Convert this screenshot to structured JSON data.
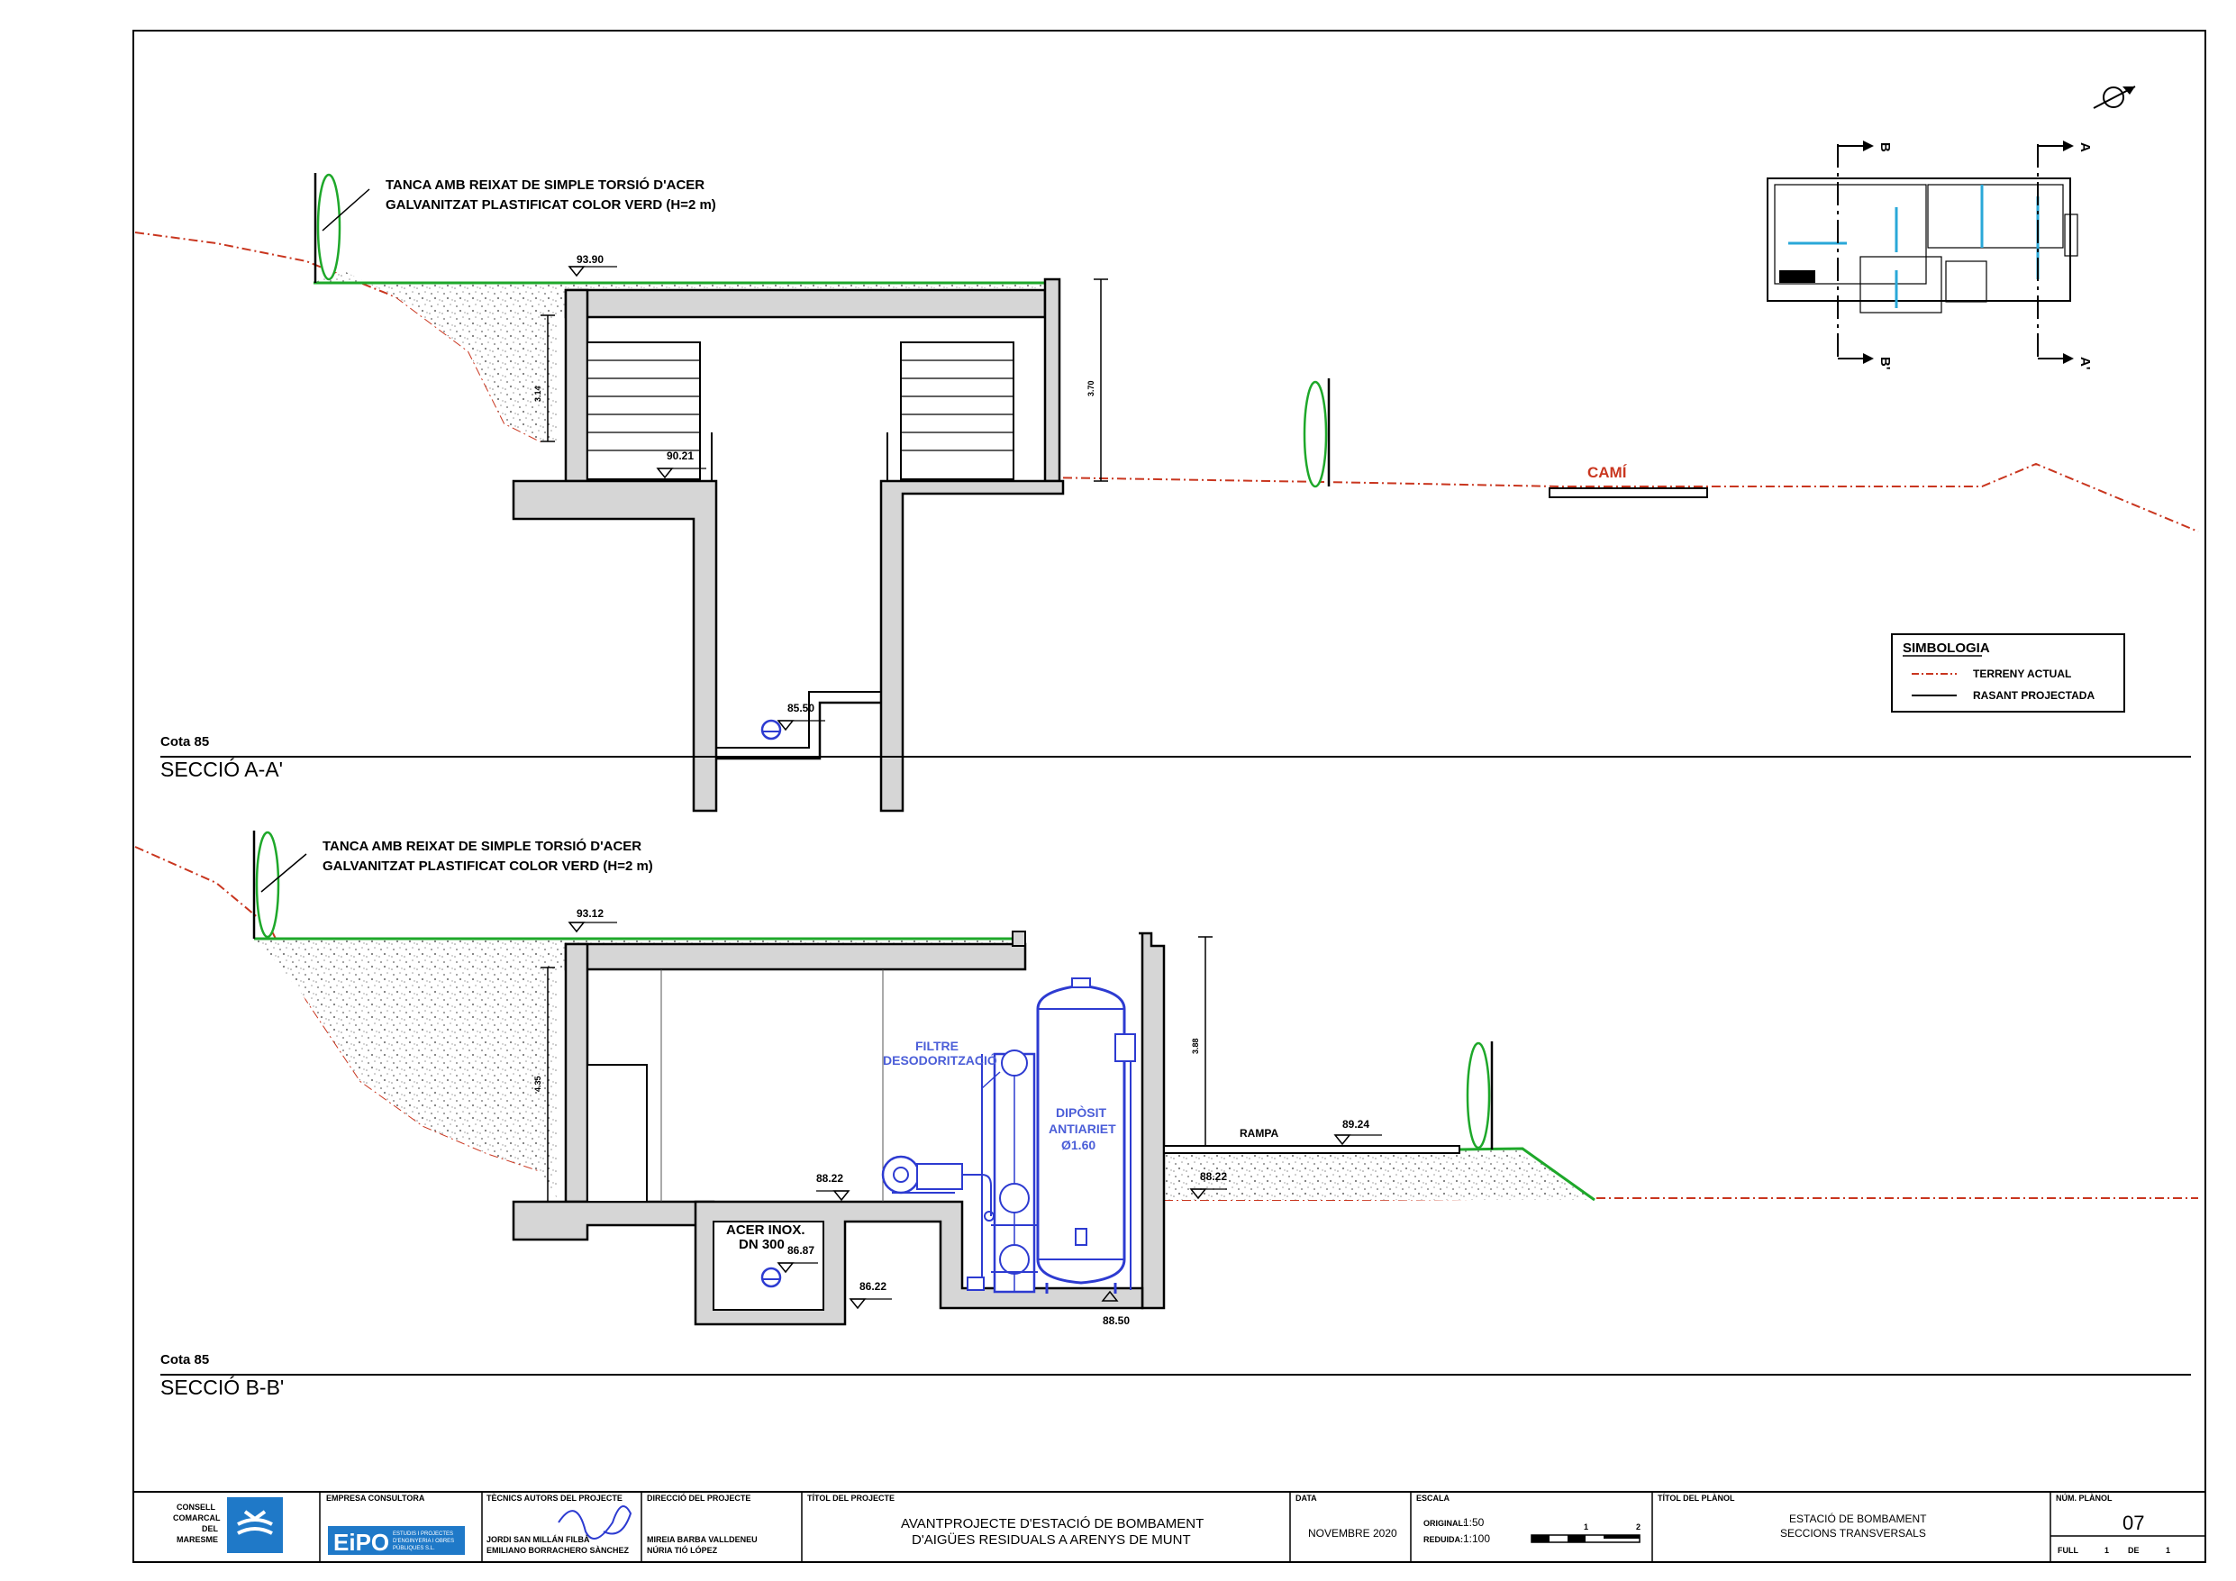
{
  "colors": {
    "terrain": "#c9361f",
    "grass": "#1ea82a",
    "equipment": "#2d3bd1",
    "wall": "#000000",
    "gravel": "#b9b9b9",
    "brand_blue": "#1f79c8"
  },
  "north_icon": "north-arrow-icon",
  "key_plan": {
    "cut_a": "A",
    "cut_a2": "A'",
    "cut_b": "B",
    "cut_b2": "B'"
  },
  "section_a": {
    "title": "SECCIÓ A-A'",
    "datum": "Cota 85",
    "fence_line1": "TANCA AMB REIXAT DE SIMPLE TORSIÓ D'ACER",
    "fence_line2": "GALVANITZAT PLASTIFICAT COLOR VERD (H=2 m)",
    "level_top": "93.90",
    "level_floor": "90.21",
    "level_bottom": "85.50",
    "dim_height_left": "3.14",
    "dim_height_right": "3.70",
    "road_label": "CAMÍ"
  },
  "legend": {
    "title": "SIMBOLOGIA",
    "items": [
      {
        "label": "TERRENY ACTUAL",
        "color": "#c9361f"
      },
      {
        "label": "RASANT PROJECTADA",
        "color": "#000000"
      }
    ]
  },
  "section_b": {
    "title": "SECCIÓ B-B'",
    "datum": "Cota 85",
    "fence_line1": "TANCA AMB REIXAT DE SIMPLE TORSIÓ D'ACER",
    "fence_line2": "GALVANITZAT PLASTIFICAT COLOR VERD (H=2 m)",
    "level_top": "93.12",
    "level_ramp": "89.24",
    "level_floor_left": "88.22",
    "level_floor_right": "88.22",
    "level_pipe": "86.87",
    "level_pit": "86.22",
    "level_tank_base": "88.50",
    "dim_height_left": "4.35",
    "dim_height_right": "3.88",
    "ramp_label": "RAMPA",
    "filter_line1": "FILTRE",
    "filter_line2": "DESODORITZACIÓ",
    "tank_line1": "DIPÒSIT",
    "tank_line2": "ANTIARIET",
    "tank_line3": "Ø1.60",
    "pipe_line1": "ACER INOX.",
    "pipe_line2": "DN 300"
  },
  "title_block": {
    "client_line1": "CONSELL",
    "client_line2": "COMARCAL",
    "client_line3": "DEL",
    "client_line4": "MARESME",
    "company_heading": "EMPRESA CONSULTORA",
    "company_logo": "EiPO",
    "company_tagline1": "ESTUDIS I PROJECTES",
    "company_tagline2": "D'ENGINYERIA I OBRES",
    "company_tagline3": "PÚBLIQUES S.L.",
    "authors_heading": "TÈCNICS AUTORS DEL PROJECTE",
    "author1": "JORDI SAN MILLÁN FILBÀ",
    "author2": "EMILIANO BORRACHERO SÀNCHEZ",
    "direction_heading": "DIRECCIÓ DEL PROJECTE",
    "director1": "MIREIA BARBA VALLDENEU",
    "director2": "NÚRIA TIÓ LÓPEZ",
    "project_heading": "TÍTOL DEL PROJECTE",
    "project_line1": "AVANTPROJECTE D'ESTACIÓ DE BOMBAMENT",
    "project_line2": "D'AIGÜES RESIDUALS A ARENYS DE MUNT",
    "date_heading": "DATA",
    "date_value": "NOVEMBRE 2020",
    "scale_heading": "ESCALA",
    "scale_original_label": "ORIGINAL:",
    "scale_original_value": "1:50",
    "scale_reduced_label": "REDUIDA:",
    "scale_reduced_value": "1:100",
    "scale_bar_1": "1",
    "scale_bar_2": "2",
    "plan_heading": "TÍTOL DEL PLÀNOL",
    "plan_line1": "ESTACIÓ DE BOMBAMENT",
    "plan_line2": "SECCIONS TRANSVERSALS",
    "number_heading": "NÚM. PLÀNOL",
    "number_value": "07",
    "sheet_label": "FULL",
    "sheet_value": "1",
    "sheet_of": "DE",
    "sheet_total": "1"
  }
}
